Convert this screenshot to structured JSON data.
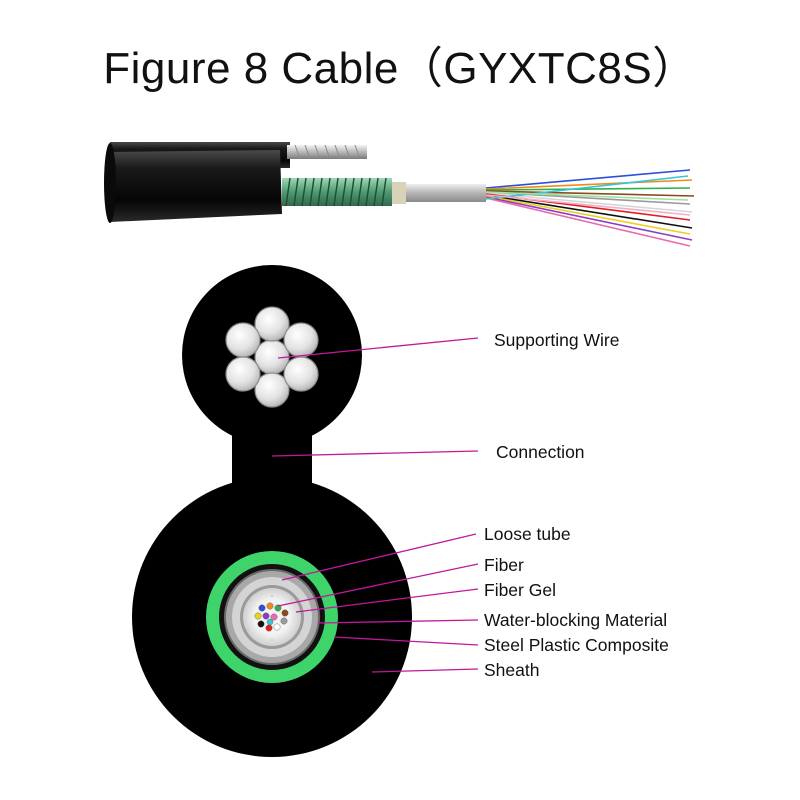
{
  "title": "Figure 8 Cable（GYXTC8S）",
  "labels": {
    "supporting_wire": "Supporting Wire",
    "connection": "Connection",
    "loose_tube": "Loose tube",
    "fiber": "Fiber",
    "fiber_gel": "Fiber Gel",
    "water_blocking": "Water-blocking Material",
    "steel_plastic": "Steel Plastic Composite",
    "sheath": "Sheath"
  },
  "colors": {
    "sheath": "#000000",
    "leader_line": "#c0189c",
    "steel_plastic": "#3fd46a",
    "strand_wire": "#e8e8e8",
    "fiber_colors": [
      "#2b4fd8",
      "#f08a1c",
      "#2fb14a",
      "#8a4a1e",
      "#9a9a9a",
      "#ffffff",
      "#e02020",
      "#111111",
      "#e8d21a",
      "#8e3bc8",
      "#e86ab0",
      "#33c6d8"
    ]
  }
}
